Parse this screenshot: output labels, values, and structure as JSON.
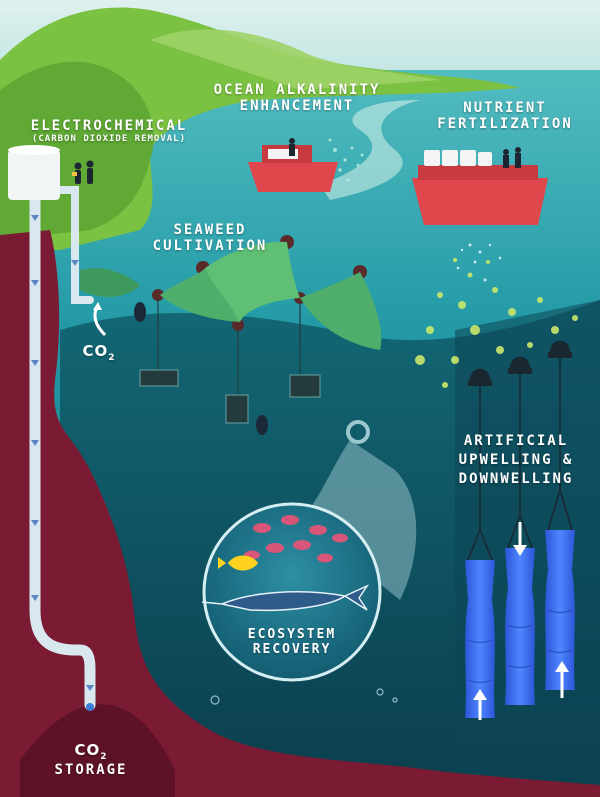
{
  "labels": {
    "electrochemical": {
      "title": "ELECTROCHEMICAL",
      "subtitle": "(CARBON DIOXIDE REMOVAL)"
    },
    "ocean_alkalinity": {
      "line1": "OCEAN ALKALINITY",
      "line2": "ENHANCEMENT"
    },
    "nutrient": {
      "line1": "NUTRIENT",
      "line2": "FERTILIZATION"
    },
    "seaweed": {
      "line1": "SEAWEED",
      "line2": "CULTIVATION"
    },
    "upwelling": {
      "line1": "ARTIFICIAL",
      "line2": "UPWELLING &",
      "line3": "DOWNWELLING"
    },
    "ecosystem": {
      "line1": "ECOSYSTEM",
      "line2": "RECOVERY"
    },
    "co2_capture": {
      "text": "CO",
      "sub": "2"
    },
    "co2_storage": {
      "text": "CO",
      "sub": "2",
      "line2": "STORAGE"
    }
  },
  "colors": {
    "sky": "#e6f4f3",
    "sea_surface": "#2fa4ad",
    "deep_sea": "#0f4a5a",
    "land_green": "#7cc242",
    "rock": "#7a1b33",
    "boat_red": "#e0474c",
    "upwelling_tube": "#3b6cf0"
  }
}
